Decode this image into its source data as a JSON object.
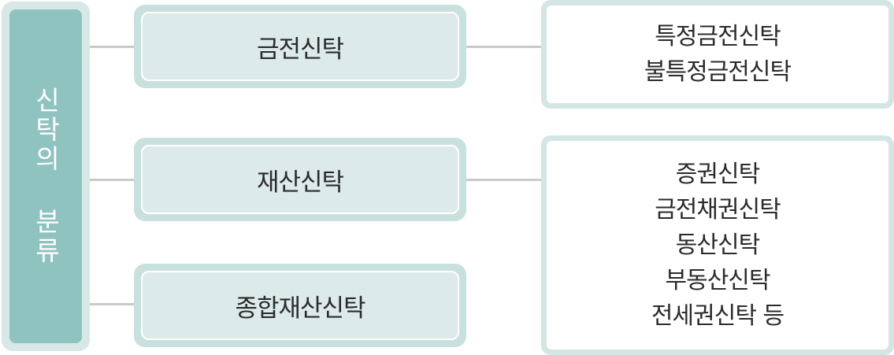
{
  "root": {
    "label": "신탁의 분류"
  },
  "categories": [
    {
      "label": "금전신탁",
      "details": [
        "특정금전신탁",
        "불특정금전신탁"
      ]
    },
    {
      "label": "재산신탁",
      "details": [
        "증권신탁",
        "금전채권신탁",
        "동산신탁",
        "부동산신탁",
        "전세권신탁 등"
      ]
    },
    {
      "label": "종합재산신탁",
      "details": []
    }
  ],
  "colors": {
    "root_fill": "#8fc3c0",
    "box_fill": "#dcebea",
    "frame": "#c9e1de",
    "connector": "#c9c9c9"
  }
}
